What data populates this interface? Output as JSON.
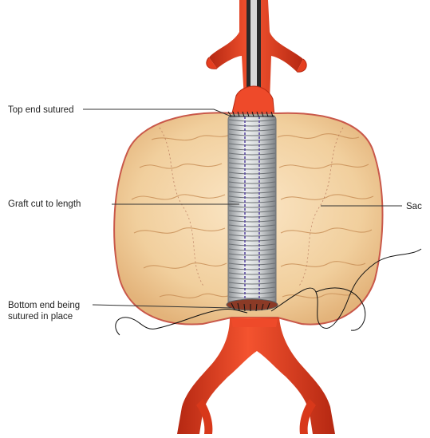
{
  "labels": {
    "top_end": "Top end sutured",
    "graft": "Graft cut to length",
    "bottom_end_line1": "Bottom end being",
    "bottom_end_line2": "sutured in place",
    "sac": "Sac"
  },
  "colors": {
    "artery": "#e63e1f",
    "artery_dark": "#b52812",
    "sac_fill": "#f3d3a5",
    "sac_outline": "#c9584a",
    "graft_fill": "#c9ccce",
    "graft_stripe": "#5b4aa0",
    "leader_line": "#333333"
  }
}
